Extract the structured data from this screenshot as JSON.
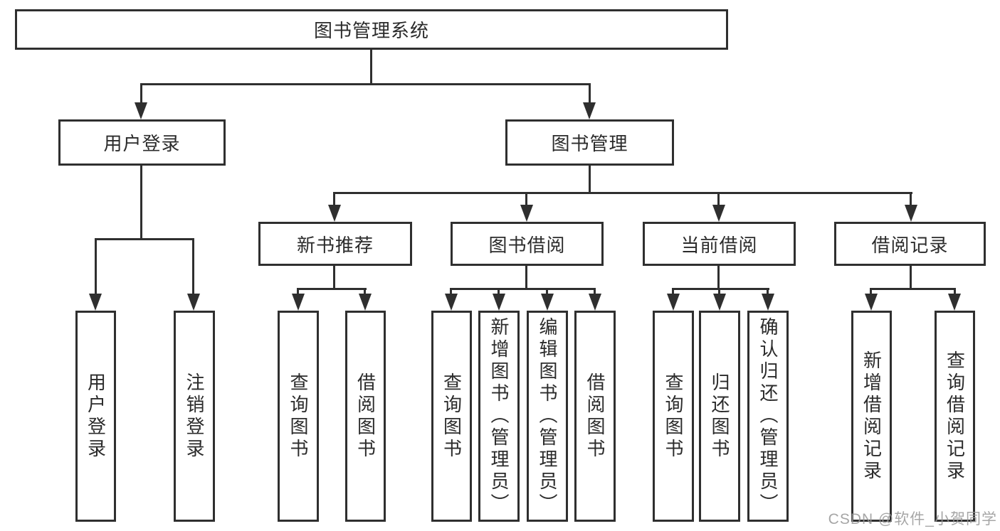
{
  "diagram": {
    "root": {
      "label": "图书管理系统"
    },
    "level2": [
      {
        "label": "用户登录"
      },
      {
        "label": "图书管理"
      }
    ],
    "level3": [
      {
        "label": "新书推荐"
      },
      {
        "label": "图书借阅"
      },
      {
        "label": "当前借阅"
      },
      {
        "label": "借阅记录"
      }
    ],
    "leaves": {
      "userLogin": [
        {
          "label": "用户登录"
        },
        {
          "label": "注销登录"
        }
      ],
      "newBookRecommend": [
        {
          "label": "查询图书"
        },
        {
          "label": "借阅图书"
        }
      ],
      "bookBorrow": [
        {
          "label": "查询图书"
        },
        {
          "label": "新增图书（管理员）"
        },
        {
          "label": "编辑图书（管理员）"
        },
        {
          "label": "借阅图书"
        }
      ],
      "currentBorrow": [
        {
          "label": "查询图书"
        },
        {
          "label": "归还图书"
        },
        {
          "label": "确认归还（管理员）"
        }
      ],
      "borrowRecords": [
        {
          "label": "新增借阅记录"
        },
        {
          "label": "查询借阅记录"
        }
      ]
    }
  },
  "watermark": {
    "text": "CSDN @软件_小贺同学"
  },
  "colors": {
    "line": "#2f2f2f",
    "text": "#2b2b2b",
    "watermark": "#969696",
    "background": "#ffffff"
  }
}
